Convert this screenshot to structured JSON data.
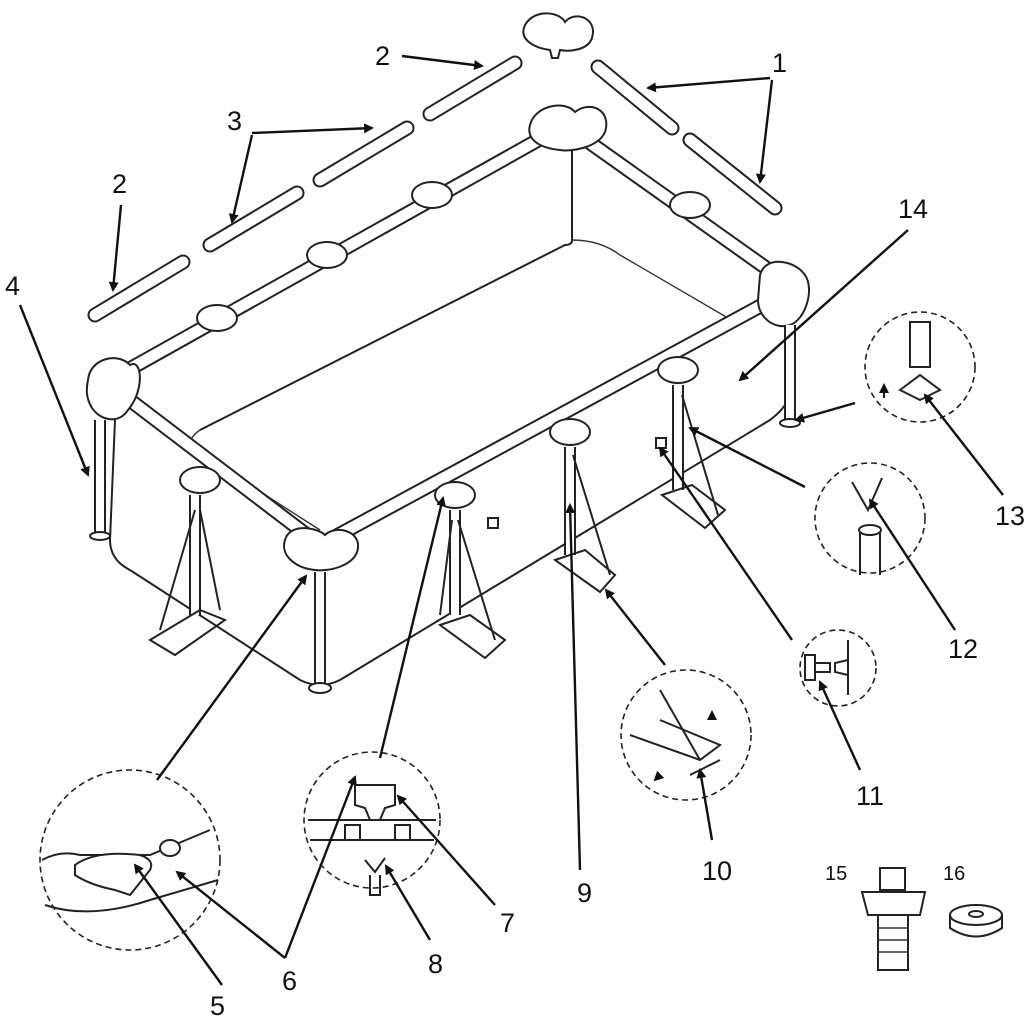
{
  "diagram": {
    "type": "exploded parts assembly diagram",
    "callouts": [
      {
        "number": "1"
      },
      {
        "number": "2"
      },
      {
        "number": "3"
      },
      {
        "number": "2"
      },
      {
        "number": "4"
      },
      {
        "number": "14"
      },
      {
        "number": "13"
      },
      {
        "number": "12"
      },
      {
        "number": "11"
      },
      {
        "number": "10"
      },
      {
        "number": "9"
      },
      {
        "number": "7"
      },
      {
        "number": "8"
      },
      {
        "number": "6"
      },
      {
        "number": "5"
      },
      {
        "number": "15"
      },
      {
        "number": "16"
      }
    ]
  }
}
